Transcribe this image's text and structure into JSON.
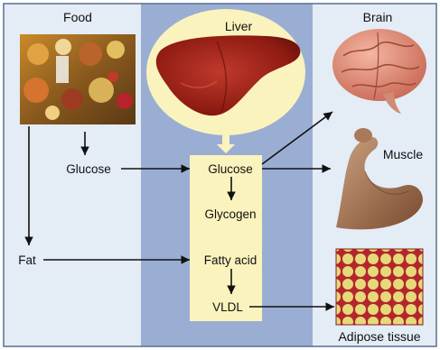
{
  "panels": {
    "left_bg": "#e4ecf6",
    "center_bg": "#9aaed3",
    "right_bg": "#e4ecf6",
    "frame": "#5a6f92"
  },
  "sections": {
    "food": "Food",
    "liver": "Liver",
    "brain": "Brain",
    "muscle": "Muscle",
    "adipose": "Adipose tissue"
  },
  "nodes": {
    "glucose_left": "Glucose",
    "fat": "Fat",
    "glucose_liver": "Glucose",
    "glycogen": "Glycogen",
    "fatty_acid": "Fatty acid",
    "vldl": "VLDL"
  },
  "colors": {
    "liver_box": "#fbf3bd",
    "liver_oval": "#fbf3bd",
    "liver_organ": "#9b1e15",
    "arrow": "#111111"
  },
  "icons": {
    "food": "food-photo-icon",
    "liver": "liver-icon",
    "brain": "brain-icon",
    "muscle": "flexed-arm-icon",
    "adipose": "adipocytes-icon"
  }
}
